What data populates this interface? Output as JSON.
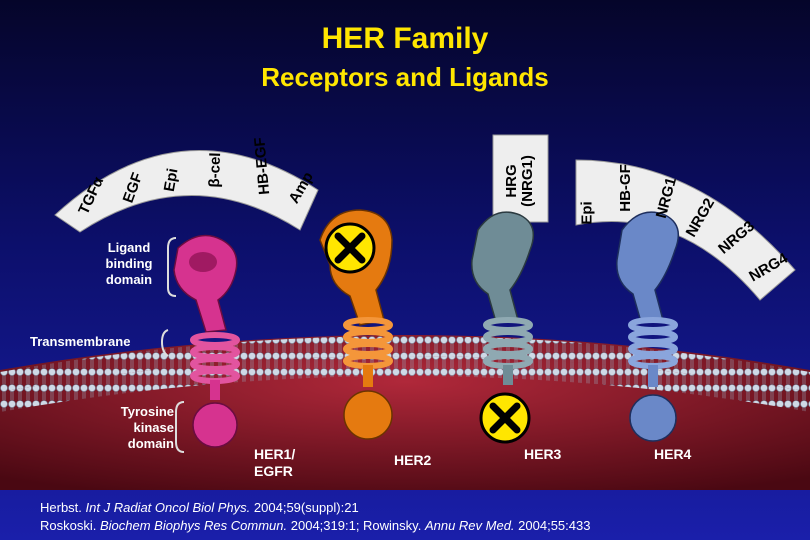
{
  "title": "HER Family",
  "subtitle": "Receptors and Ligands",
  "ligands": {
    "tgfa": "TGFα",
    "egf": "EGF",
    "epi1": "Epi",
    "betacel": "β-cel",
    "hbegf1": "HB-EGF",
    "amp": "Amp",
    "hrg": "HRG\n(NRG1)",
    "epi2": "Epi",
    "hbgf2": "HB-GF",
    "nrg1": "NRG1",
    "nrg2": "NRG2",
    "nrg3": "NRG3",
    "nrg4": "NRG4"
  },
  "domains": {
    "ligand_binding": "Ligand\nbinding\ndomain",
    "transmembrane": "Transmembrane",
    "tyrosine_kinase": "Tyrosine\nkinase\ndomain"
  },
  "receptors": {
    "her1": "HER1/\nEGFR",
    "her2": "HER2",
    "her3": "HER3",
    "her4": "HER4"
  },
  "references": {
    "line1_author": "Herbst.",
    "line1_journal": "Int J Radiat Oncol Biol Phys.",
    "line1_rest": "2004;59(suppl):21",
    "line2_author1": "Roskoski.",
    "line2_journal1": "Biochem Biophys Res Commun.",
    "line2_rest1": "2004;319:1; Rowinsky.",
    "line2_journal2": "Annu Rev Med.",
    "line2_rest2": "2004;55:433"
  },
  "colors": {
    "title": "#ffe600",
    "her1": "#d6338f",
    "her2": "#e57a10",
    "her3": "#6f8c96",
    "her4": "#6a88c8",
    "membrane_cytoplasm": "#7a1020",
    "ligand_fan": "#eeeeee",
    "blocked_marker": "#ffe600"
  }
}
